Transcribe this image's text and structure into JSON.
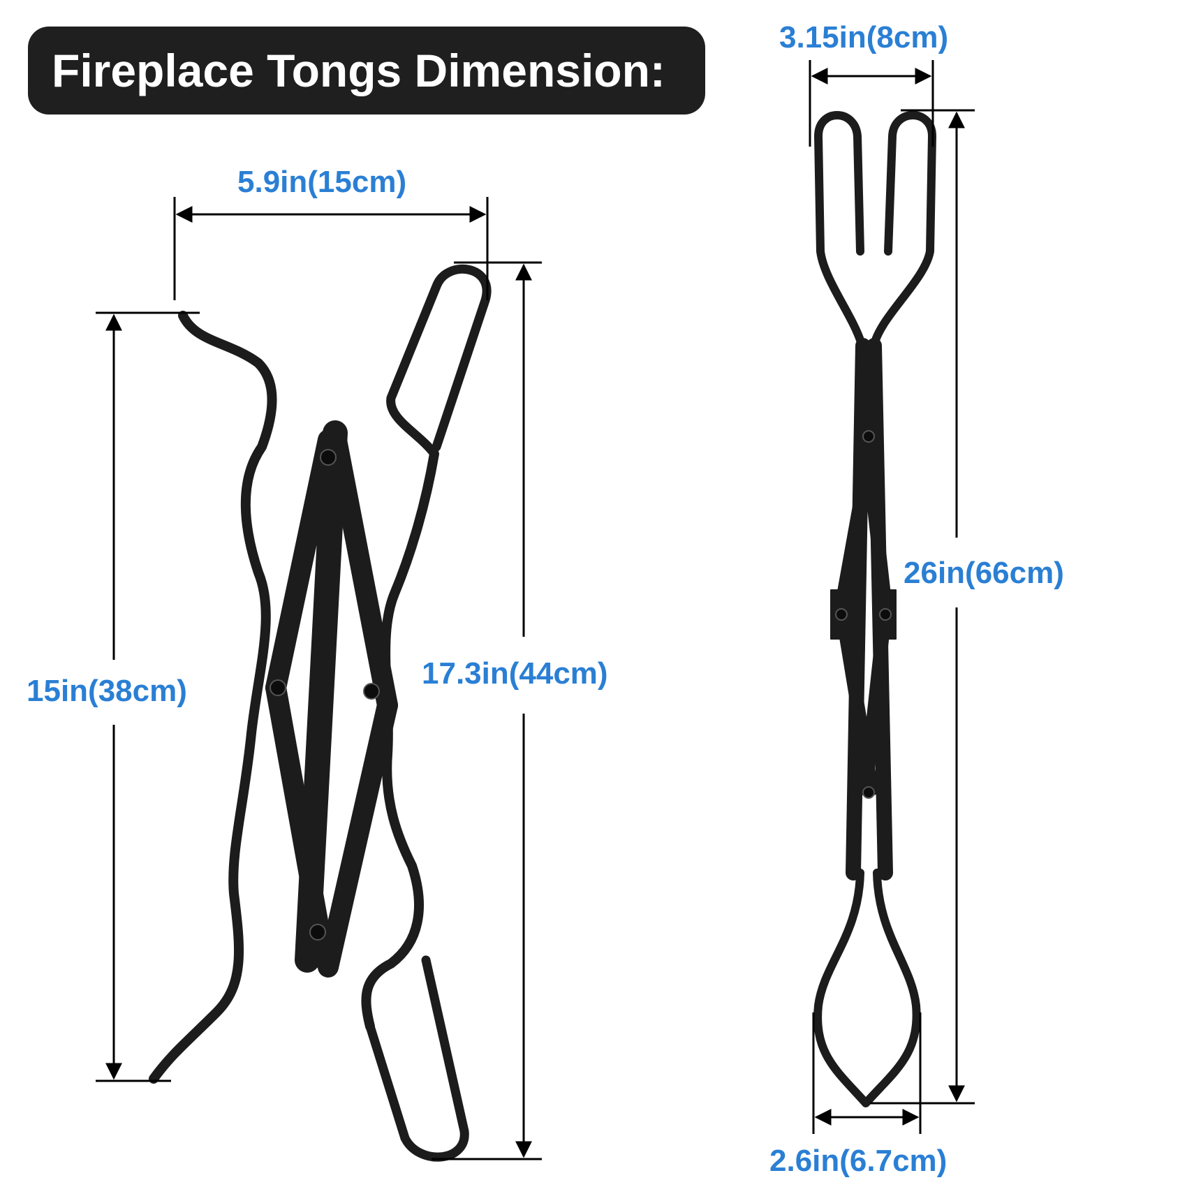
{
  "title": "Fireplace Tongs Dimension:",
  "colors": {
    "accent": "#2a7fd4",
    "tong": "#1c1c1c",
    "title_bg": "#1f1f1f",
    "title_text": "#ffffff",
    "dimension_line": "#000000"
  },
  "folded_tongs": {
    "width_label": "5.9in(15cm)",
    "left_height_label": "15in(38cm)",
    "right_height_label": "17.3in(44cm)"
  },
  "extended_tongs": {
    "grip_width_label": "3.15in(8cm)",
    "length_label": "26in(66cm)",
    "claw_width_label": "2.6in(6.7cm)"
  }
}
